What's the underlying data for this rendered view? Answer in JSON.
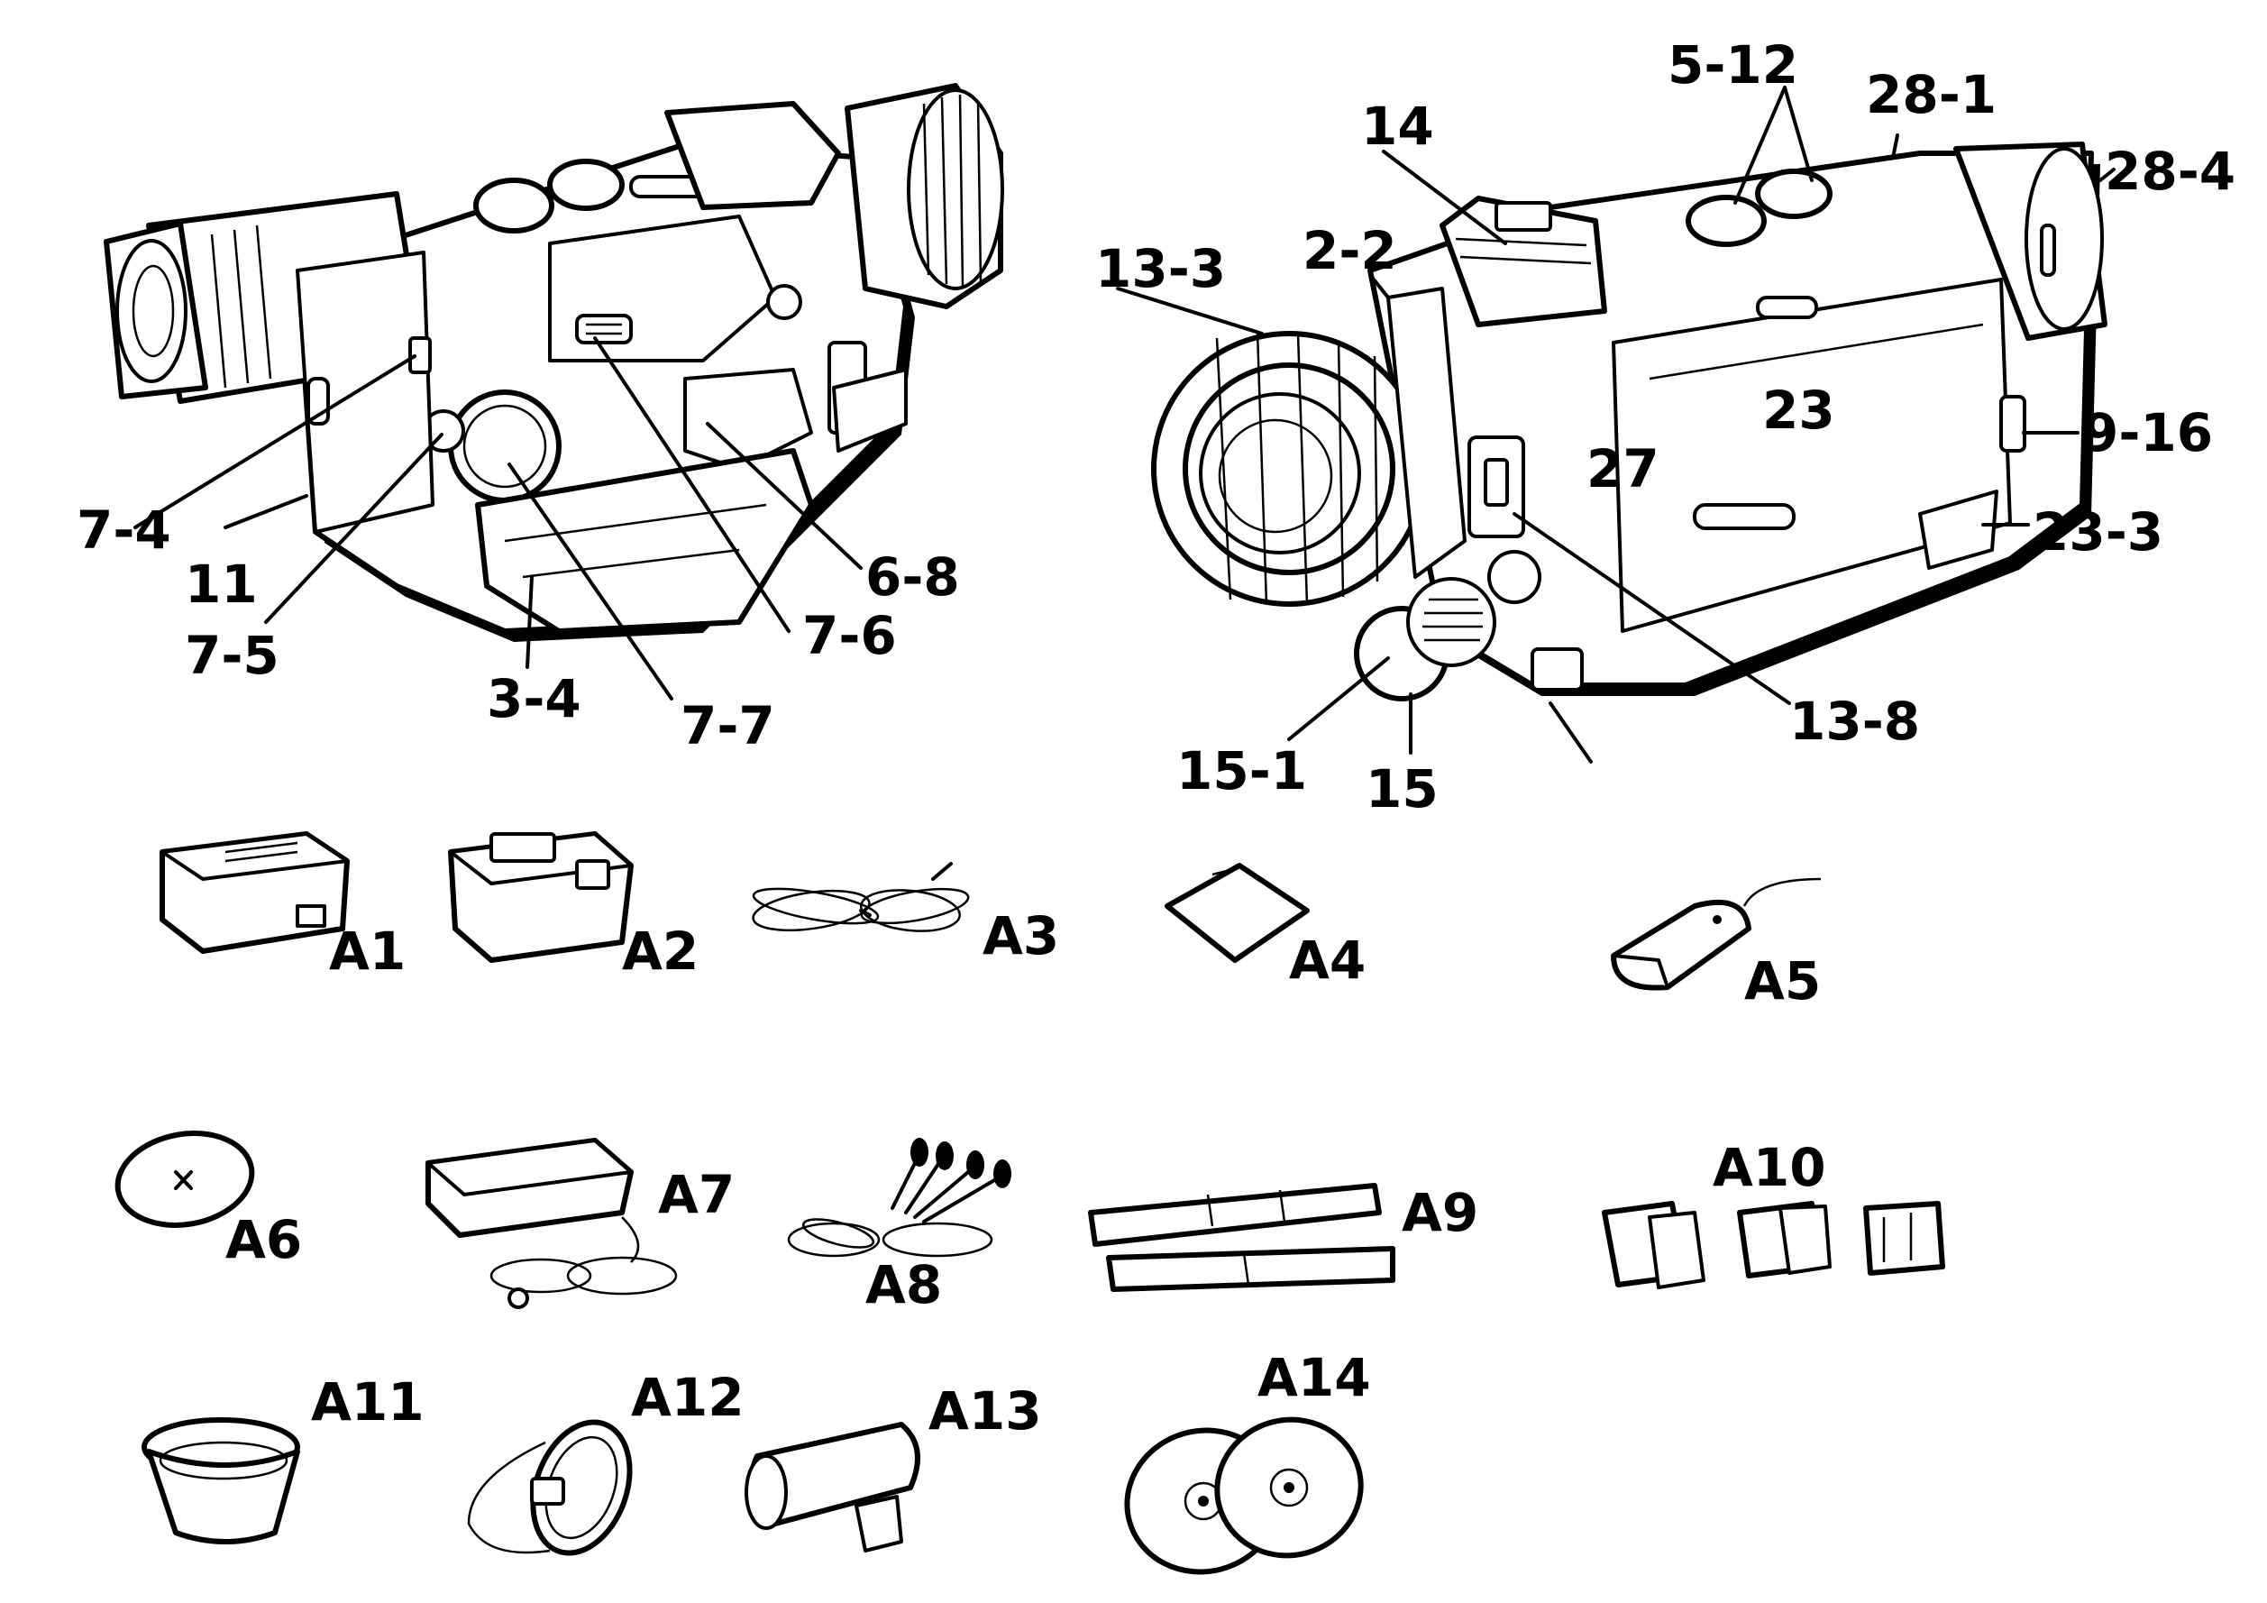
{
  "callouts": {
    "c_7_4": "7-4",
    "c_11": "11",
    "c_7_5": "7-5",
    "c_3_4": "3-4",
    "c_7_7": "7-7",
    "c_7_6": "7-6",
    "c_6_8": "6-8",
    "c_14": "14",
    "c_5_12": "5-12",
    "c_28_1": "28-1",
    "c_28_4": "28-4",
    "c_13_3": "13-3",
    "c_2_2": "2-2",
    "c_23": "23",
    "c_27": "27",
    "c_9_16": "9-16",
    "c_23_3": "23-3",
    "c_13_8": "13-8",
    "c_15_1": "15-1",
    "c_15": "15"
  },
  "accessories": {
    "a1": "A1",
    "a2": "A2",
    "a3": "A3",
    "a4": "A4",
    "a5": "A5",
    "a6": "A6",
    "a7": "A7",
    "a8": "A8",
    "a9": "A9",
    "a10": "A10",
    "a11": "A11",
    "a12": "A12",
    "a13": "A13",
    "a14": "A14"
  }
}
